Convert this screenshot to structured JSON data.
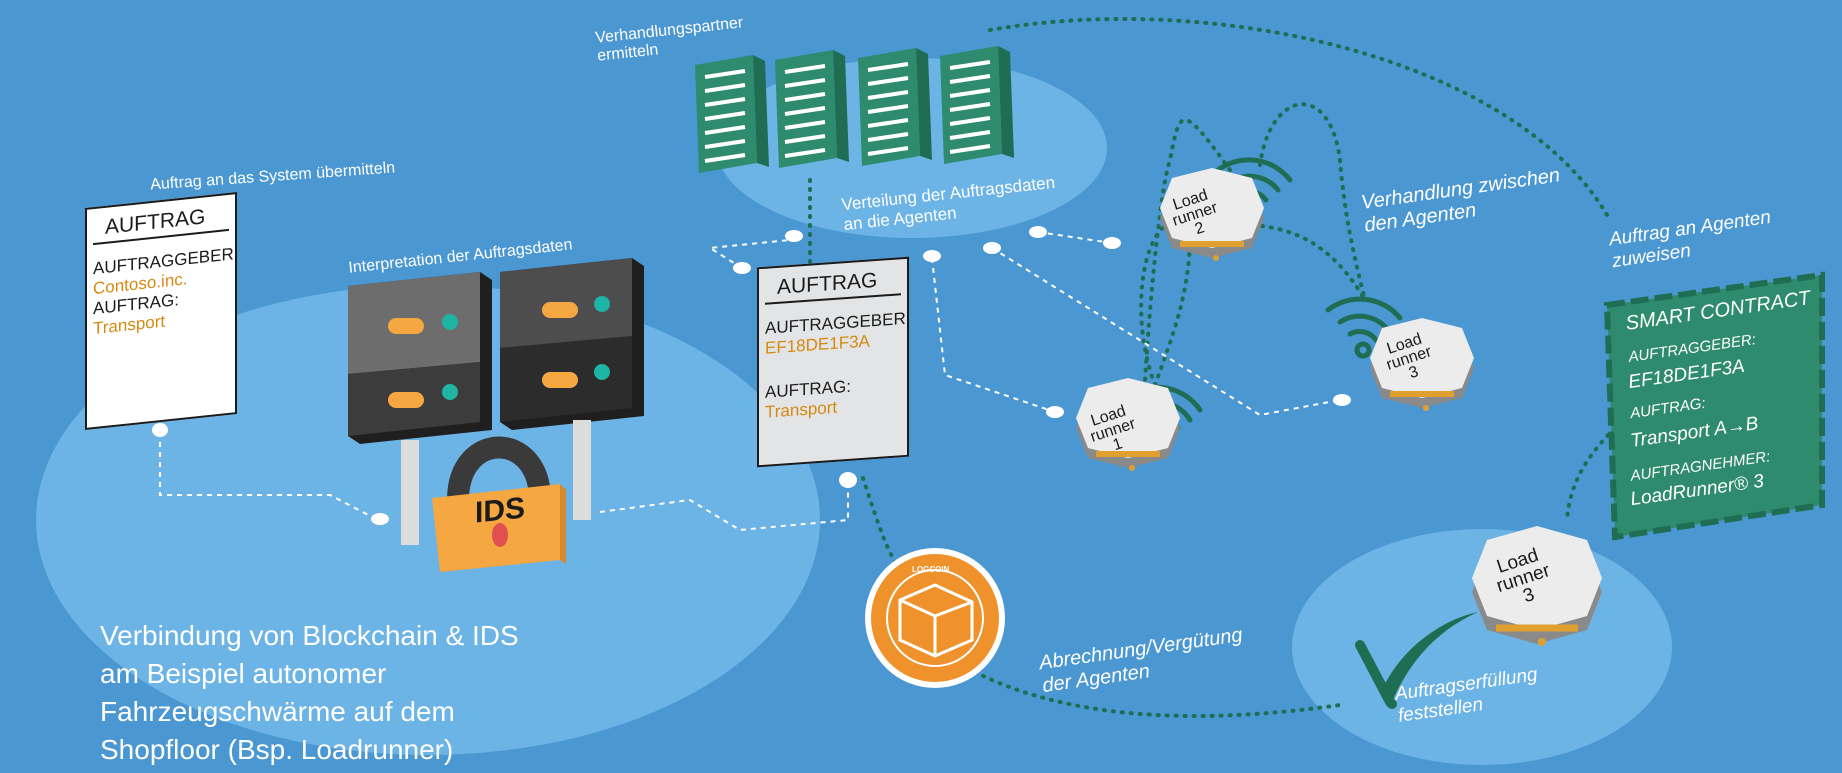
{
  "colors": {
    "background": "#4a97d2",
    "ellipse": "#6cb3e6",
    "green": "#2e8b6e",
    "dark_green": "#1f6e53",
    "orange": "#f5a742",
    "doc_text_orange": "#d68910"
  },
  "labels": {
    "submit_order": "Auftrag an das System übermitteln",
    "interpretation": "Interpretation der Auftragsdaten",
    "find_partners_line1": "Verhandlungspartner",
    "find_partners_line2": "ermitteln",
    "distribution_line1": "Verteilung der Auftragsdaten",
    "distribution_line2": "an die Agenten",
    "negotiation_line1": "Verhandlung  zwischen",
    "negotiation_line2": "den Agenten",
    "assign_line1": "Auftrag an Agenten",
    "assign_line2": "zuweisen",
    "billing_line1": "Abrechnung/Vergütung",
    "billing_line2": "der Agenten",
    "fulfilment_line1": "Auftragserfüllung",
    "fulfilment_line2": "feststellen"
  },
  "order_doc_1": {
    "title": "AUFTRAG",
    "client_label": "AUFTRAGGEBER:",
    "client_value": "Contoso.inc.",
    "order_label": "AUFTRAG:",
    "order_value": "Transport"
  },
  "order_doc_2": {
    "title": "AUFTRAG",
    "client_label": "AUFTRAGGEBER:",
    "client_value": "EF18DE1F3A",
    "order_label": "AUFTRAG:",
    "order_value": "Transport"
  },
  "ids_lock": {
    "label": "IDS"
  },
  "smart_contract": {
    "title": "SMART CONTRACT",
    "client_label": "AUFTRAGGEBER:",
    "client_value": "EF18DE1F3A",
    "order_label": "AUFTRAG:",
    "order_value": "Transport A→B",
    "contractor_label": "AUFTRAGNEHMER:",
    "contractor_value": "LoadRunner® 3"
  },
  "robots": [
    {
      "line1": "Load",
      "line2": "runner",
      "number": "1"
    },
    {
      "line1": "Load",
      "line2": "runner",
      "number": "2"
    },
    {
      "line1": "Load",
      "line2": "runner",
      "number": "3"
    },
    {
      "line1": "Load",
      "line2": "runner",
      "number": "3"
    }
  ],
  "coin": {
    "top_text": "LOGCOIN"
  },
  "caption": {
    "line1": "Verbindung von Blockchain & IDS",
    "line2": "am Beispiel autonomer",
    "line3": "Fahrzeugschwärme auf dem",
    "line4": "Shopfloor (Bsp. Loadrunner)"
  }
}
